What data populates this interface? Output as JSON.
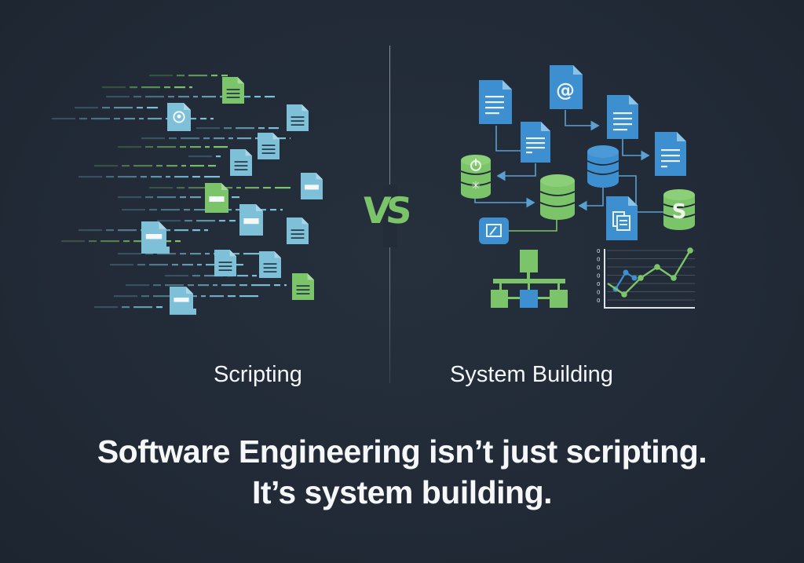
{
  "vs_text": "VS",
  "left_panel": {
    "label": "Scripting",
    "icons": [
      "document-icon",
      "document-icon",
      "document-icon",
      "document-icon",
      "document-icon",
      "document-icon",
      "document-icon",
      "document-icon",
      "document-icon",
      "document-icon",
      "document-icon",
      "document-icon",
      "user-document-icon"
    ]
  },
  "right_panel": {
    "label": "System Building",
    "icons": [
      "document-icon",
      "email-document-icon",
      "database-icon",
      "dollar-database-icon",
      "power-database-icon",
      "stacked-files-icon",
      "image-icon",
      "hierarchy-icon",
      "line-chart-icon"
    ],
    "chart": {
      "series": [
        {
          "name": "green",
          "values": [
            3,
            1,
            4,
            6,
            4,
            9
          ]
        },
        {
          "name": "blue",
          "values": [
            2,
            5,
            4
          ]
        }
      ],
      "tick_label": "0",
      "tick_count": 7
    }
  },
  "tagline": {
    "line1": "Software Engineering isn’t just scripting.",
    "line2": "It’s system building."
  },
  "colors": {
    "background": "#222b37",
    "green": "#7cc46a",
    "blue": "#3f8fcf",
    "light_blue": "#7cc0d8",
    "text": "#f4f5f7"
  }
}
